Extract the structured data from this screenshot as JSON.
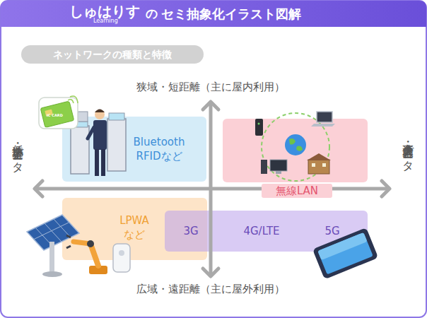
{
  "diagram": {
    "title": "セミ抽象化イラスト図解",
    "nodes": [
      {
        "text": [
          "ネットワークの種類と特徴"
        ]
      },
      {
        "text": [
          "Bluetooth RFIDなど"
        ]
      },
      {
        "text": [
          "無線LAN"
        ]
      },
      {
        "text": [
          "LPWA など"
        ]
      },
      {
        "text": [
          "3G",
          "4G/LTE",
          "5G"
        ]
      }
    ],
    "labels": [
      "しゅはりす",
      "Learning",
      "の",
      "狭域・短距離（主に屋内利用）",
      "広域・遠距離（主に屋外利用）",
      "低速・小容量データ",
      "高速・大容量データ",
      "IC CARD"
    ]
  }
}
